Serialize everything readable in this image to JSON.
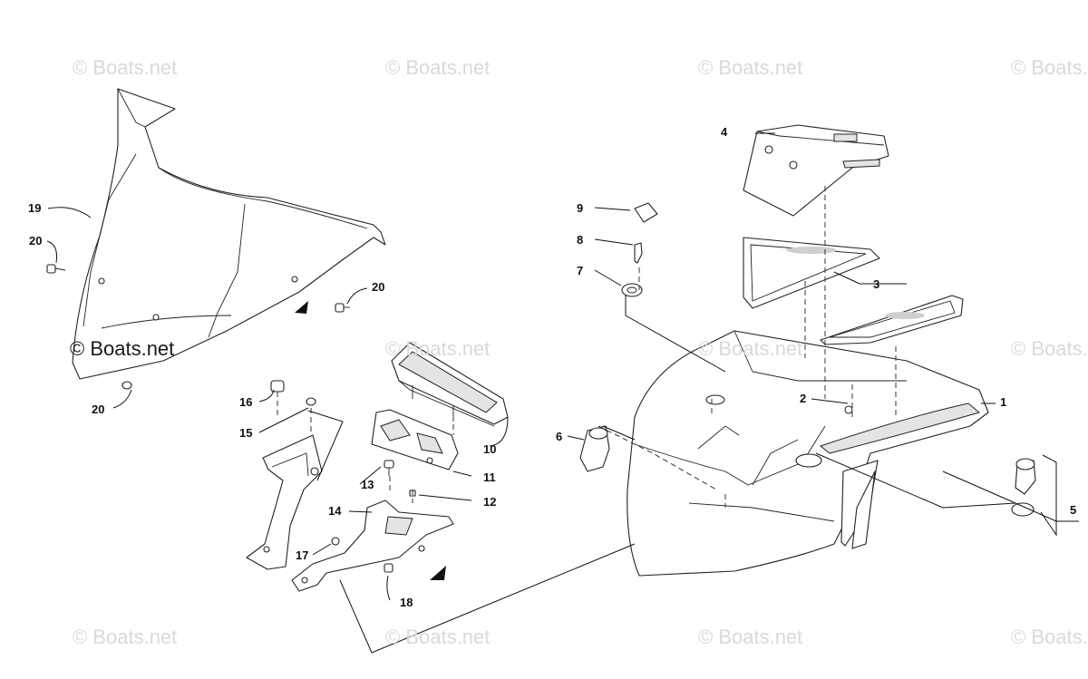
{
  "watermark_text": "© Boats.net",
  "callouts": {
    "c1": "1",
    "c2": "2",
    "c3": "3",
    "c4": "4",
    "c5": "5",
    "c6": "6",
    "c7": "7",
    "c8": "8",
    "c9": "9",
    "c10": "10",
    "c11": "11",
    "c12": "12",
    "c13": "13",
    "c14": "14",
    "c15": "15",
    "c16": "16",
    "c17": "17",
    "c18": "18",
    "c19": "19",
    "c20a": "20",
    "c20b": "20",
    "c20c": "20"
  }
}
